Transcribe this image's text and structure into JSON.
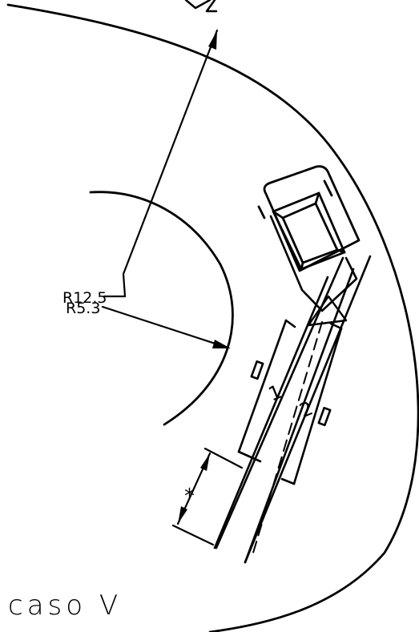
{
  "labels": {
    "outer_radius": "R12.5",
    "inner_radius": "R5.3",
    "trailer_1": "1",
    "trailer_2": "2",
    "clearance_mark": "*",
    "case_label": "caso V"
  },
  "colors": {
    "ink": "#000000",
    "background": "#ffffff"
  }
}
